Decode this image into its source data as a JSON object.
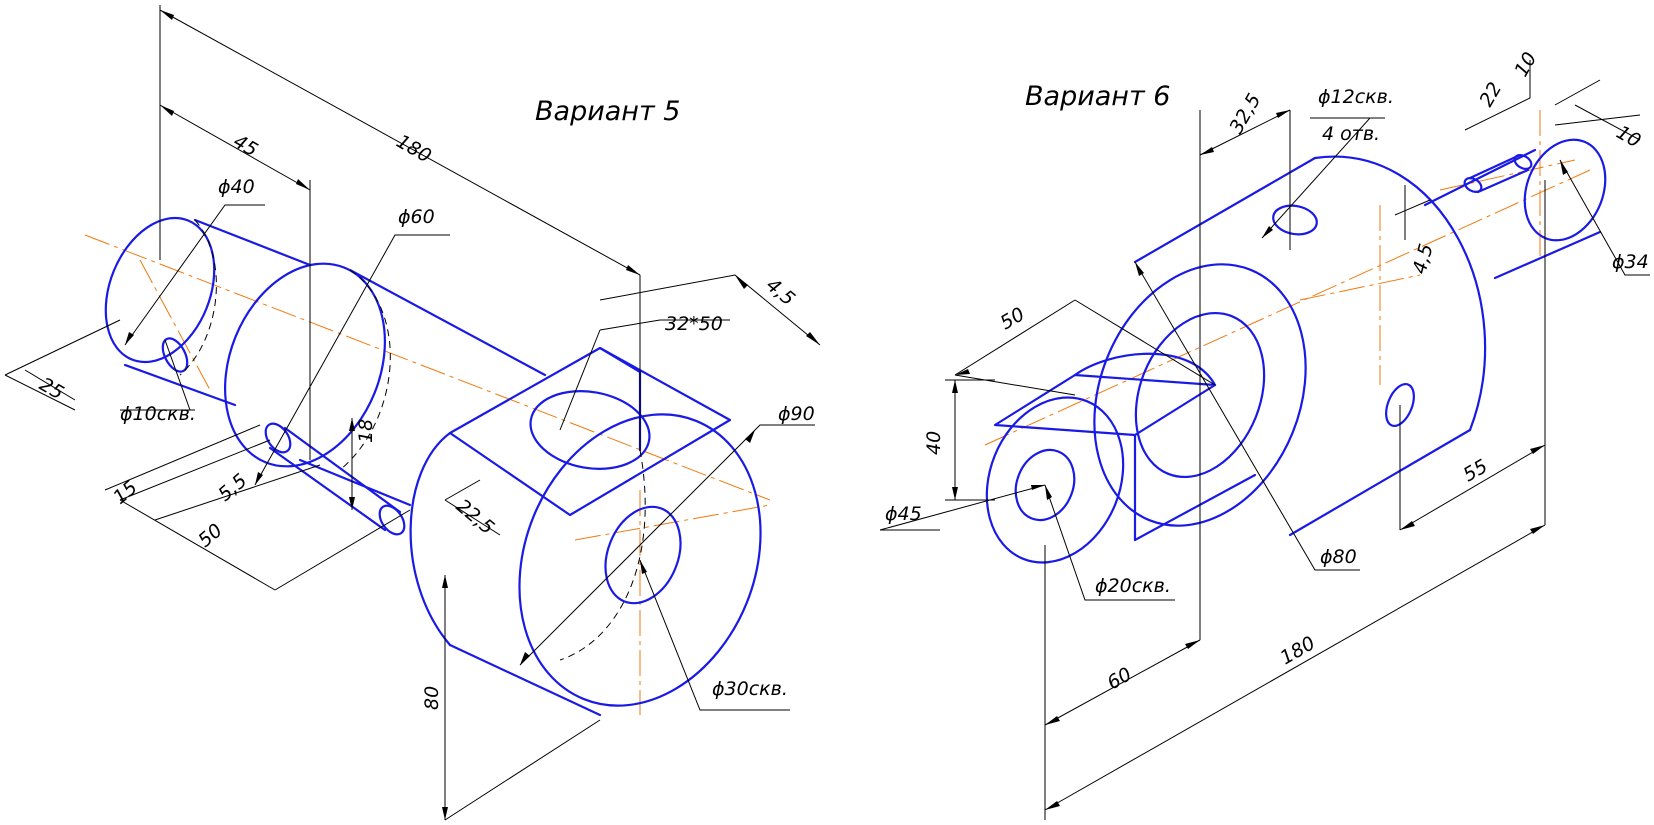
{
  "variant5": {
    "title": "Вариант 5",
    "dims": {
      "d180": "180",
      "d45_top": "45",
      "d45_right": "4,5",
      "phi40": "ϕ40",
      "phi60": "ϕ60",
      "slot": "32*50",
      "phi90": "ϕ90",
      "d25": "25",
      "phi10": "ϕ10скв.",
      "d15": "15",
      "d5_5": "5,5",
      "d50": "50",
      "d18": "18",
      "d22_5": "22,5",
      "d80": "80",
      "phi30": "ϕ30скв."
    }
  },
  "variant6": {
    "title": "Вариант 6",
    "dims": {
      "d32_5": "32,5",
      "phi12": "ϕ12скв.",
      "holes4": "4 отв.",
      "d22": "22",
      "d10_top": "10",
      "d10_side": "10",
      "phi34": "ϕ34",
      "d4_5": "4,5",
      "d50": "50",
      "d40": "40",
      "phi45": "ϕ45",
      "phi20": "ϕ20скв.",
      "phi80": "ϕ80",
      "d55": "55",
      "d60": "60",
      "d180": "180"
    }
  }
}
